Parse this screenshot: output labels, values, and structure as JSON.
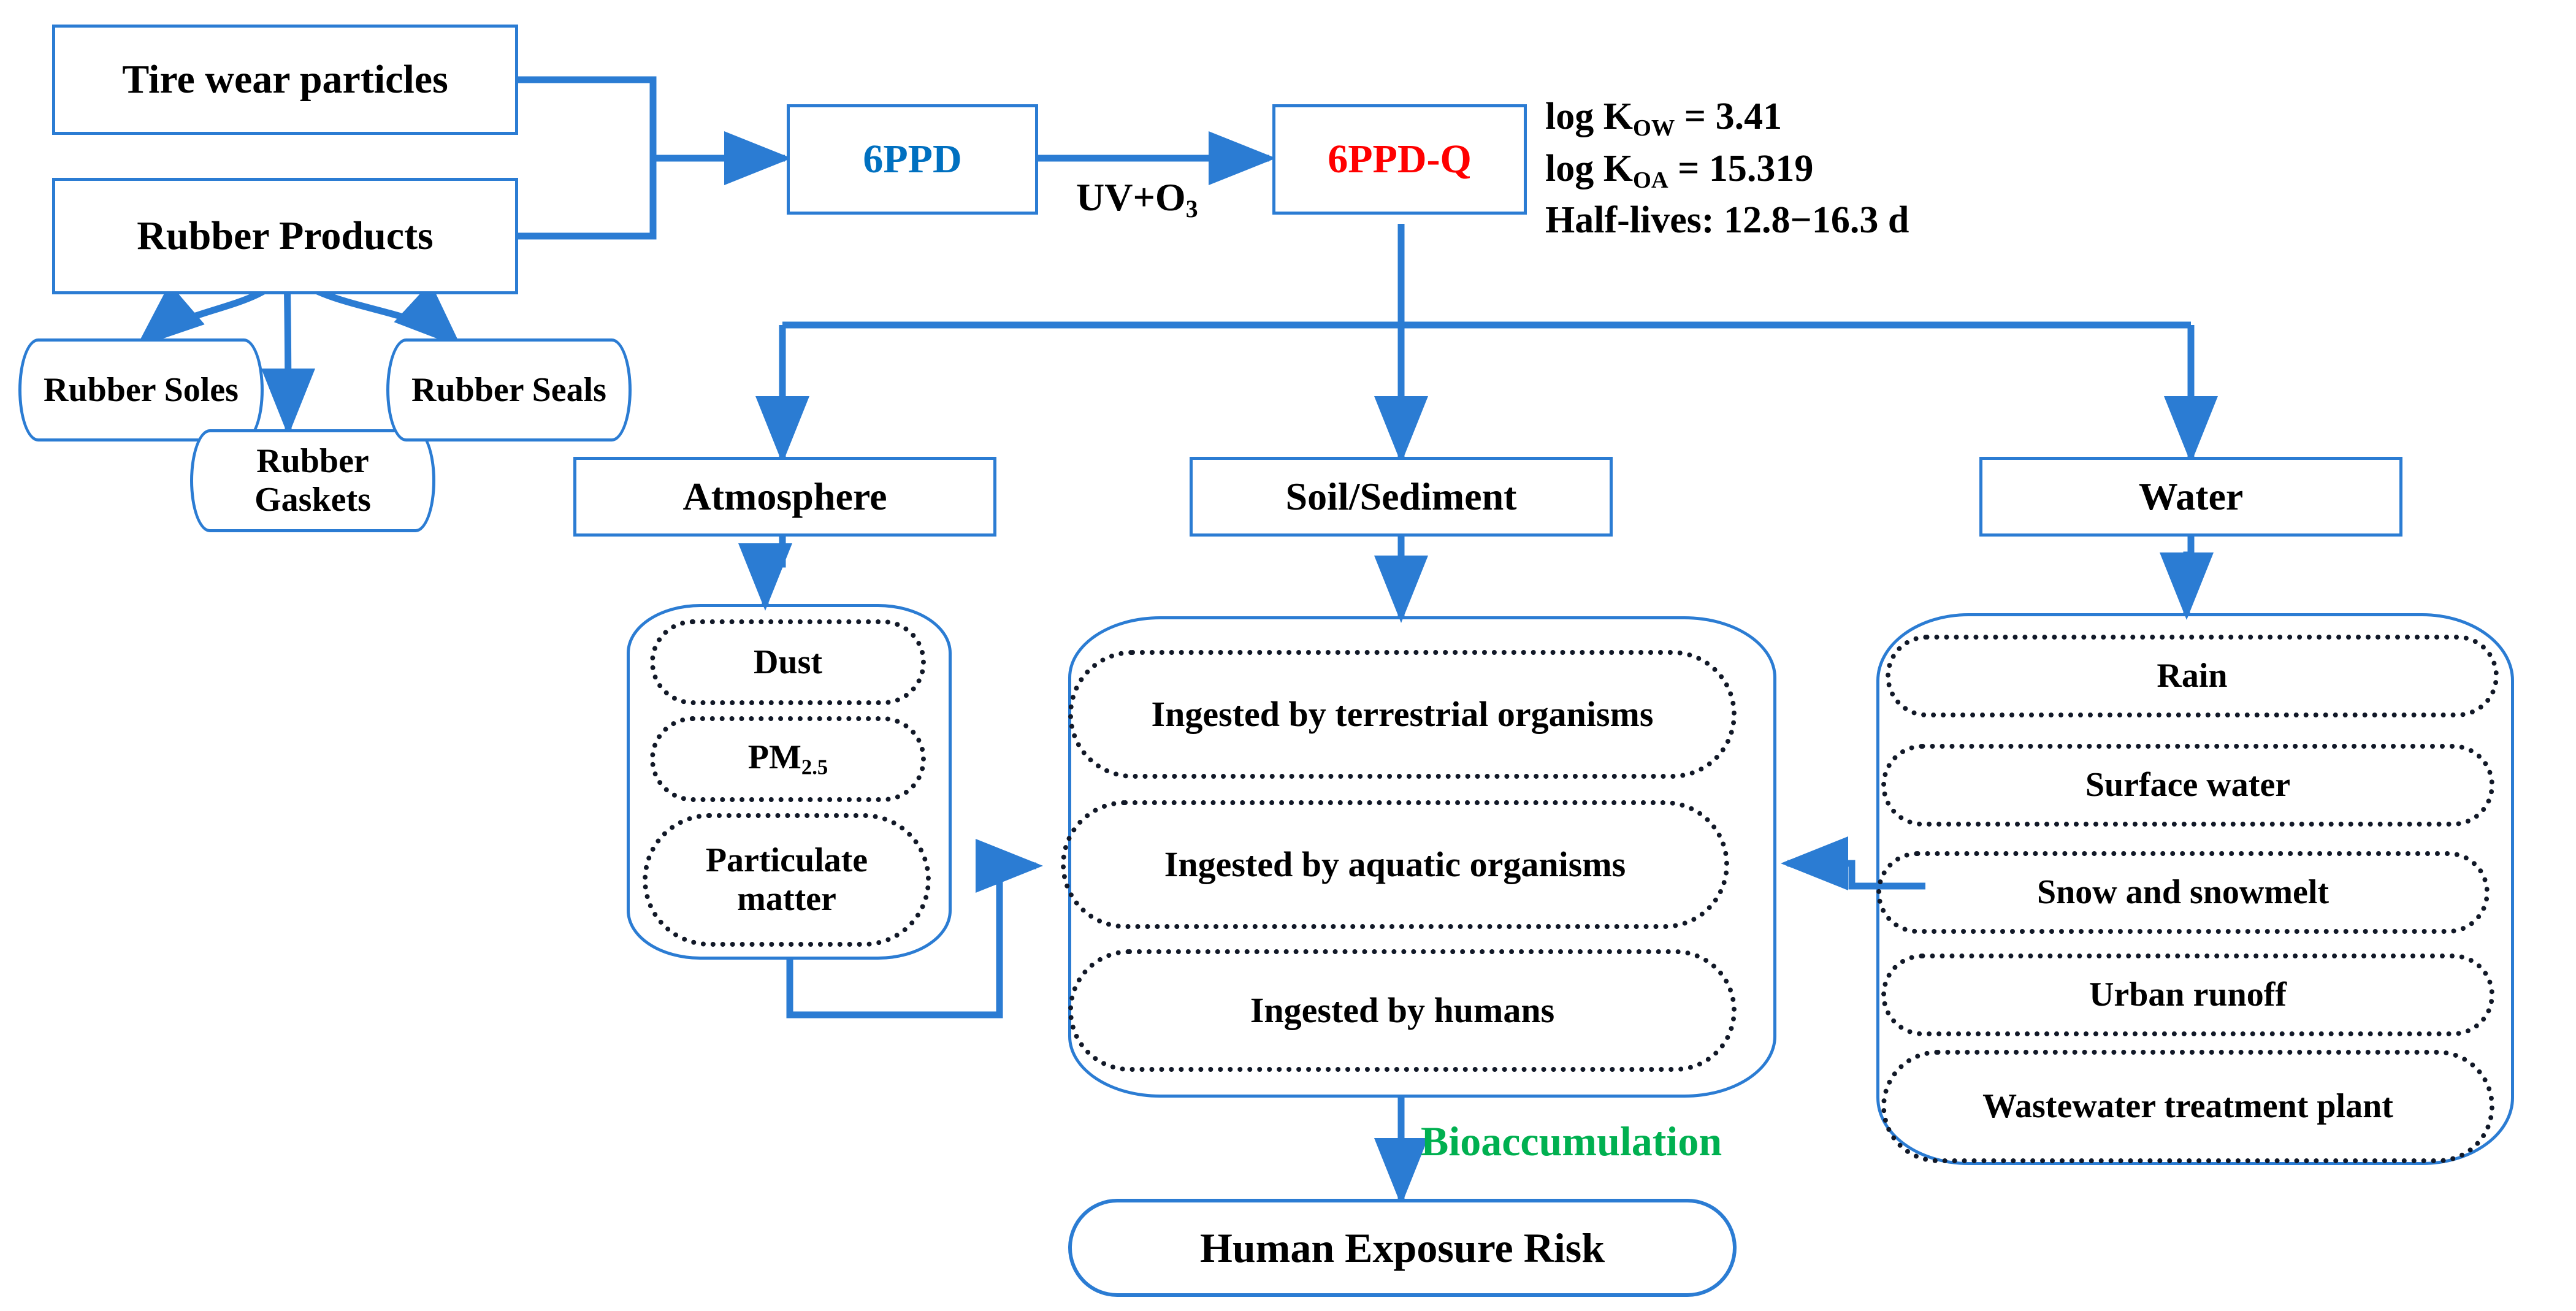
{
  "theme": {
    "line_blue": "#2b7cd3",
    "text_blue": "#0070c0",
    "text_red": "#ff0000",
    "text_green": "#00b050",
    "text_black": "#000000",
    "dotted_black": "#111827",
    "background": "#ffffff"
  },
  "sources": {
    "tire_wear_particles": "Tire wear particles",
    "rubber_products": "Rubber Products",
    "rubber_soles": "Rubber Soles",
    "rubber_gaskets": "Rubber Gaskets",
    "rubber_seals": "Rubber Seals"
  },
  "chemicals": {
    "parent": "6PPD",
    "transformation_label_a": "UV+O",
    "transformation_label_sub": "3",
    "product": "6PPD-Q"
  },
  "properties": {
    "kow_prefix": "log K",
    "kow_sub": "OW",
    "kow_value": " = 3.41",
    "koa_prefix": "log K",
    "koa_sub": "OA",
    "koa_value": " = 15.319",
    "half_lives": "Half-lives: 12.8−16.3 d"
  },
  "compartments": {
    "atmosphere": {
      "title": "Atmosphere",
      "items": [
        "Dust",
        "PM",
        "Particulate matter"
      ],
      "pm_label_main": "PM",
      "pm_label_sub": "2.5"
    },
    "soil_sediment": {
      "title": "Soil/Sediment",
      "items": [
        "Ingested by terrestrial organisms",
        "Ingested by aquatic organisms",
        "Ingested by humans"
      ]
    },
    "water": {
      "title": "Water",
      "items": [
        "Rain",
        "Surface water",
        "Snow and snowmelt",
        "Urban runoff",
        "Wastewater treatment plant"
      ]
    }
  },
  "outcome": {
    "pathway_label": "Bioaccumulation",
    "endpoint": "Human Exposure Risk"
  }
}
